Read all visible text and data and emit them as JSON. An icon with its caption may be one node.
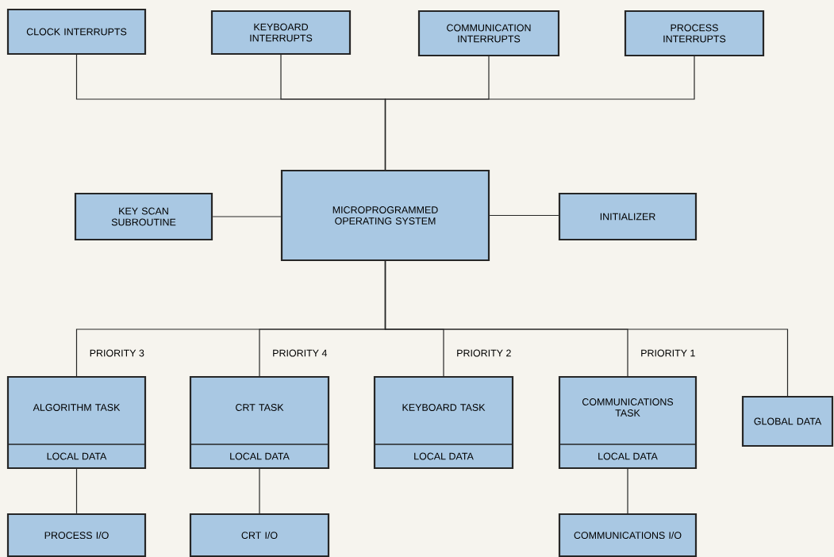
{
  "diagram": {
    "nodes": [
      {
        "text": [
          "CLOCK INTERRUPTS"
        ]
      },
      {
        "text": [
          "KEYBOARD INTERRUPTS"
        ]
      },
      {
        "text": [
          "COMMUNICATION INTERRUPTS"
        ]
      },
      {
        "text": [
          "PROCESS INTERRUPTS"
        ]
      },
      {
        "text": [
          "MICROPROGRAMMED OPERATING SYSTEM"
        ]
      },
      {
        "text": [
          "KEY SCAN SUBROUTINE"
        ]
      },
      {
        "text": [
          "INITIALIZER"
        ]
      },
      {
        "text": [
          "ALGORITHM TASK",
          "LOCAL DATA"
        ]
      },
      {
        "text": [
          "CRT TASK",
          "LOCAL DATA"
        ]
      },
      {
        "text": [
          "KEYBOARD TASK",
          "LOCAL DATA"
        ]
      },
      {
        "text": [
          "COMMUNICATIONS TASK",
          "LOCAL DATA"
        ]
      },
      {
        "text": [
          "GLOBAL DATA"
        ]
      },
      {
        "text": [
          "PROCESS I/O"
        ]
      },
      {
        "text": [
          "CRT I/O"
        ]
      },
      {
        "text": [
          "COMMUNICATIONS I/O"
        ]
      }
    ],
    "edges": [
      {
        "from": 0,
        "to": 4,
        "arrow": "none"
      },
      {
        "from": 1,
        "to": 4,
        "arrow": "none"
      },
      {
        "from": 2,
        "to": 4,
        "arrow": "none"
      },
      {
        "from": 3,
        "to": 4,
        "arrow": "none"
      },
      {
        "from": 5,
        "to": 4,
        "arrow": "none"
      },
      {
        "from": 4,
        "to": 6,
        "arrow": "none"
      },
      {
        "from": 4,
        "to": 7,
        "arrow": "none",
        "label": "PRIORITY 3"
      },
      {
        "from": 4,
        "to": 8,
        "arrow": "none",
        "label": "PRIORITY 4"
      },
      {
        "from": 4,
        "to": 9,
        "arrow": "none",
        "label": "PRIORITY 2"
      },
      {
        "from": 4,
        "to": 10,
        "arrow": "none",
        "label": "PRIORITY 1"
      },
      {
        "from": 4,
        "to": 11,
        "arrow": "none"
      },
      {
        "from": 7,
        "to": 12,
        "arrow": "none"
      },
      {
        "from": 8,
        "to": 13,
        "arrow": "none"
      },
      {
        "from": 10,
        "to": 14,
        "arrow": "none"
      }
    ]
  }
}
